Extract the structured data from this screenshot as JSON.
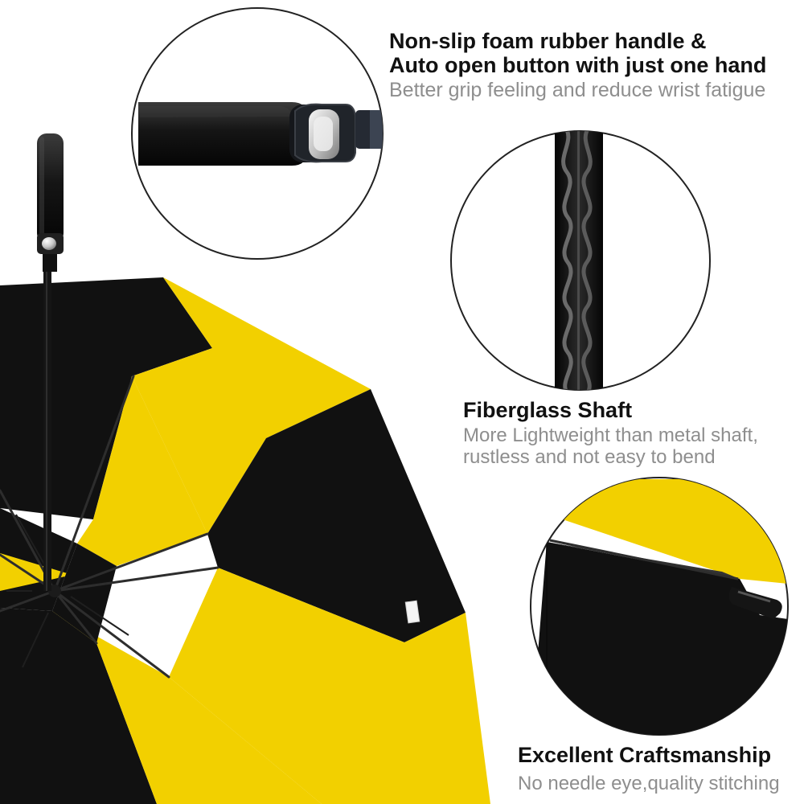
{
  "features": {
    "handle": {
      "title_line1": "Non-slip foam rubber handle &",
      "title_line2": "Auto open button with just one hand",
      "description": "Better grip feeling and reduce wrist fatigue"
    },
    "shaft": {
      "title": "Fiberglass Shaft",
      "description_line1": "More Lightweight than metal shaft,",
      "description_line2": "rustless and not easy to bend"
    },
    "craftsmanship": {
      "title": "Excellent Craftsmanship",
      "description": "No needle eye,quality stitching"
    }
  },
  "colors": {
    "canopy_black": "#111111",
    "canopy_yellow": "#f2d000",
    "title_text": "#111111",
    "description_text": "#8e8e8e",
    "circle_outline": "#222222",
    "background": "#ffffff"
  }
}
